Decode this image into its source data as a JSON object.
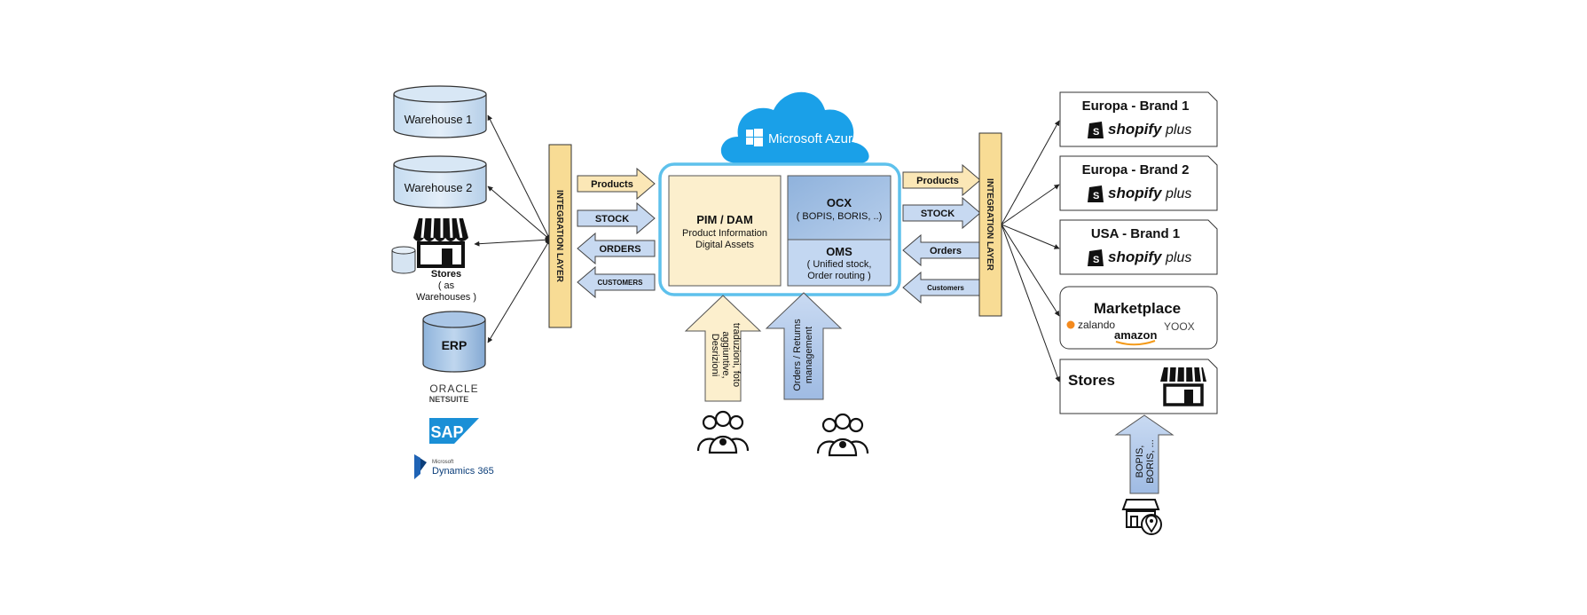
{
  "left": {
    "warehouse1": "Warehouse 1",
    "warehouse2": "Warehouse 2",
    "stores_title": "Stores",
    "stores_sub1": "( as",
    "stores_sub2": "Warehouses )",
    "erp": "ERP",
    "oracle1": "ORACLE",
    "oracle2": "NETSUITE",
    "sap": "SAP",
    "ms_small": "Microsoft",
    "dynamics": "Dynamics 365"
  },
  "integration_left": "INTEGRATION LAYER",
  "integration_right": "INTEGRATION LAYER",
  "left_arrows": {
    "products": "Products",
    "stock": "STOCK",
    "orders": "ORDERS",
    "customers": "CUSTOMERS"
  },
  "right_arrows": {
    "products": "Products",
    "stock": "STOCK",
    "orders": "Orders",
    "customers": "Customers"
  },
  "cloud": "Microsoft Azure",
  "pim": {
    "title": "PIM / DAM",
    "line1": "Product Information",
    "line2": "Digital Assets"
  },
  "ocx": {
    "title": "OCX",
    "sub": "( BOPIS, BORIS, ..)"
  },
  "oms": {
    "title": "OMS",
    "line1": "( Unified stock,",
    "line2": "Order routing )"
  },
  "up_arrow1": {
    "line1": "Desrizioni",
    "line2": "aggiuntive,",
    "line3": "traduzioni, foto"
  },
  "up_arrow2": {
    "line1": "Orders / Returns",
    "line2": "management"
  },
  "channels": [
    {
      "title": "Europa -  Brand 1",
      "logo": "shopifyplus"
    },
    {
      "title": "Europa -  Brand 2",
      "logo": "shopifyplus"
    },
    {
      "title": "USA -  Brand 1",
      "logo": "shopifyplus"
    }
  ],
  "logo_shopify": "shopify",
  "logo_plus": "plus",
  "marketplace": {
    "title": "Marketplace",
    "zalando": "zalando",
    "amazon": "amazon",
    "yoox": "YOOX"
  },
  "stores_right": "Stores",
  "bopis": {
    "line1": "BOPIS,",
    "line2": "BORIS, ..."
  }
}
